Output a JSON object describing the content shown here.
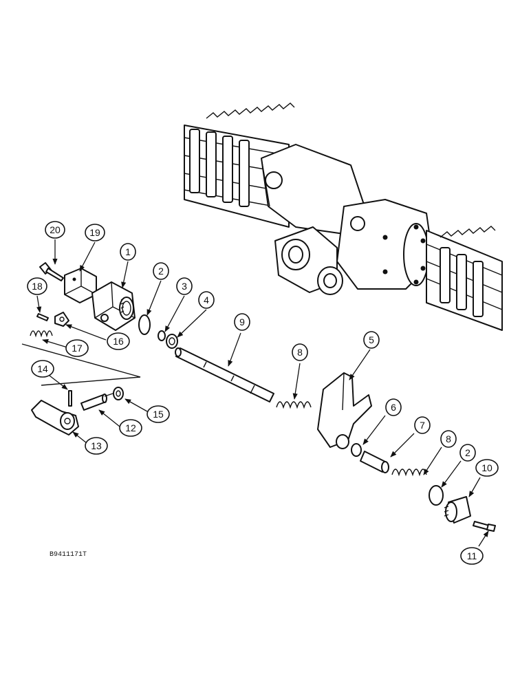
{
  "figure_id": "B9411171T",
  "callouts": [
    "20",
    "19",
    "1",
    "18",
    "2",
    "3",
    "4",
    "9",
    "16",
    "17",
    "8",
    "5",
    "14",
    "15",
    "12",
    "13",
    "6",
    "7",
    "8",
    "2",
    "10",
    "11"
  ]
}
